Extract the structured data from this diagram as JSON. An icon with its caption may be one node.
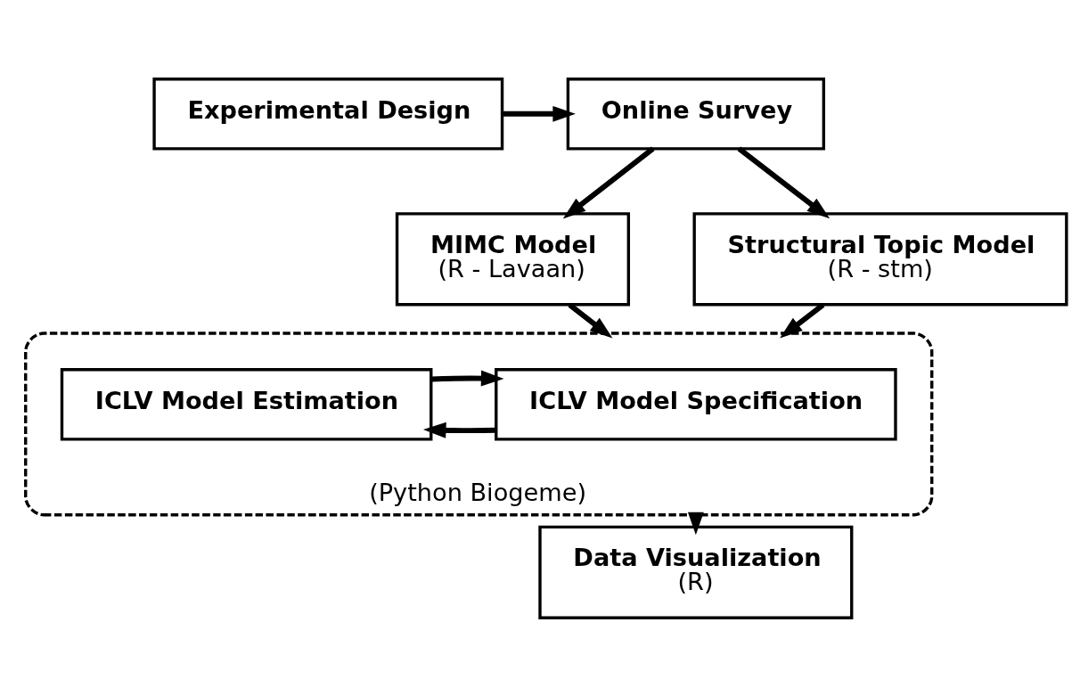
{
  "diagram": {
    "nodes": [
      {
        "text": [
          "Experimental Design"
        ]
      },
      {
        "text": [
          "Online Survey"
        ]
      },
      {
        "text": [
          "MIMC Model",
          "(R - Lavaan)"
        ]
      },
      {
        "text": [
          "Structural Topic Model",
          "(R - stm)"
        ]
      },
      {
        "text": [
          "(Python Biogeme)"
        ]
      },
      {
        "text": [
          "ICLV Model Specification"
        ],
        "in": 4
      },
      {
        "text": [
          "ICLV Model Estimation"
        ],
        "in": 4
      },
      {
        "text": [
          "Data Visualization",
          "(R)"
        ]
      }
    ],
    "edges": [
      {
        "from": 0,
        "to": 1,
        "arrow": "to"
      },
      {
        "from": 1,
        "to": 2,
        "arrow": "to"
      },
      {
        "from": 1,
        "to": 3,
        "arrow": "to"
      },
      {
        "from": 2,
        "to": 4,
        "arrow": "to"
      },
      {
        "from": 3,
        "to": 4,
        "arrow": "to"
      },
      {
        "from": 5,
        "to": 6,
        "arrow": "to"
      },
      {
        "from": 6,
        "to": 5,
        "arrow": "to"
      },
      {
        "from": 4,
        "to": 7,
        "arrow": "to"
      }
    ]
  }
}
